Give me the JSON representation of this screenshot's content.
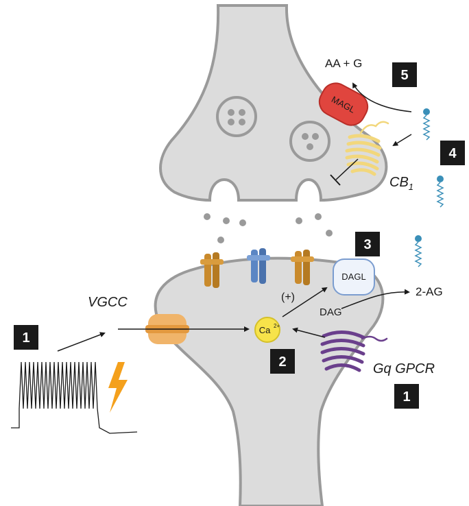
{
  "labels": {
    "aa_g": "AA + G",
    "mag_l": "MAGL",
    "cb1_main": "CB",
    "cb1_sub": "1",
    "vgcc": "VGCC",
    "plus": "(+)",
    "dagl": "DAGL",
    "dag": "DAG",
    "two_ag": "2-AG",
    "ca_main": "Ca",
    "ca_sup": "2+",
    "gq_gpcr": "Gq GPCR"
  },
  "badges": [
    "1",
    "2",
    "3",
    "4",
    "5",
    "1"
  ],
  "colors": {
    "neuron_fill": "#dcdcdc",
    "neuron_stroke": "#9a9a9a",
    "magl": "#e0453e",
    "cb1": "#f2d77c",
    "channel_orange": "#c98a2c",
    "channel_blue": "#5b86c4",
    "vgcc": "#f0b46a",
    "ca": "#f7e34a",
    "dagl_fill": "#eef3fb",
    "dagl_stroke": "#7a9ccf",
    "gpcr": "#6a3f8c",
    "ligand": "#3a8fb8",
    "bolt": "#f4a01c",
    "badge": "#1a1a1a"
  }
}
